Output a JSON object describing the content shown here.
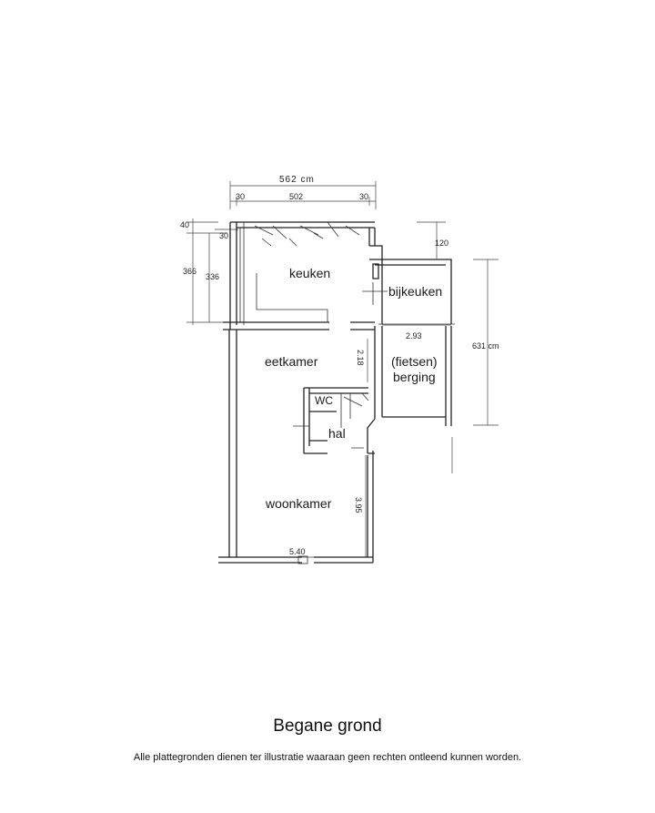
{
  "floor_title": "Begane grond",
  "disclaimer": "Alle plattegronden dienen ter illustratie waaraan geen rechten ontleend kunnen worden.",
  "rooms": {
    "keuken": "keuken",
    "bijkeuken": "bijkeuken",
    "eetkamer": "eetkamer",
    "fietsen": "(fietsen)",
    "berging": "berging",
    "wc": "WC",
    "hal": "hal",
    "woonkamer": "woonkamer"
  },
  "dimensions": {
    "total_width": "562 cm",
    "inner_width": "502",
    "left_30": "30",
    "right_30": "30",
    "top_40": "40",
    "top_30": "30",
    "height_366": "366",
    "height_336": "336",
    "bijkeuken_120": "120",
    "berging_631": "631 cm",
    "berging_293": "2.93",
    "eetkamer_218": "2.18",
    "woonkamer_395": "3.95",
    "woonkamer_540": "5.40"
  }
}
